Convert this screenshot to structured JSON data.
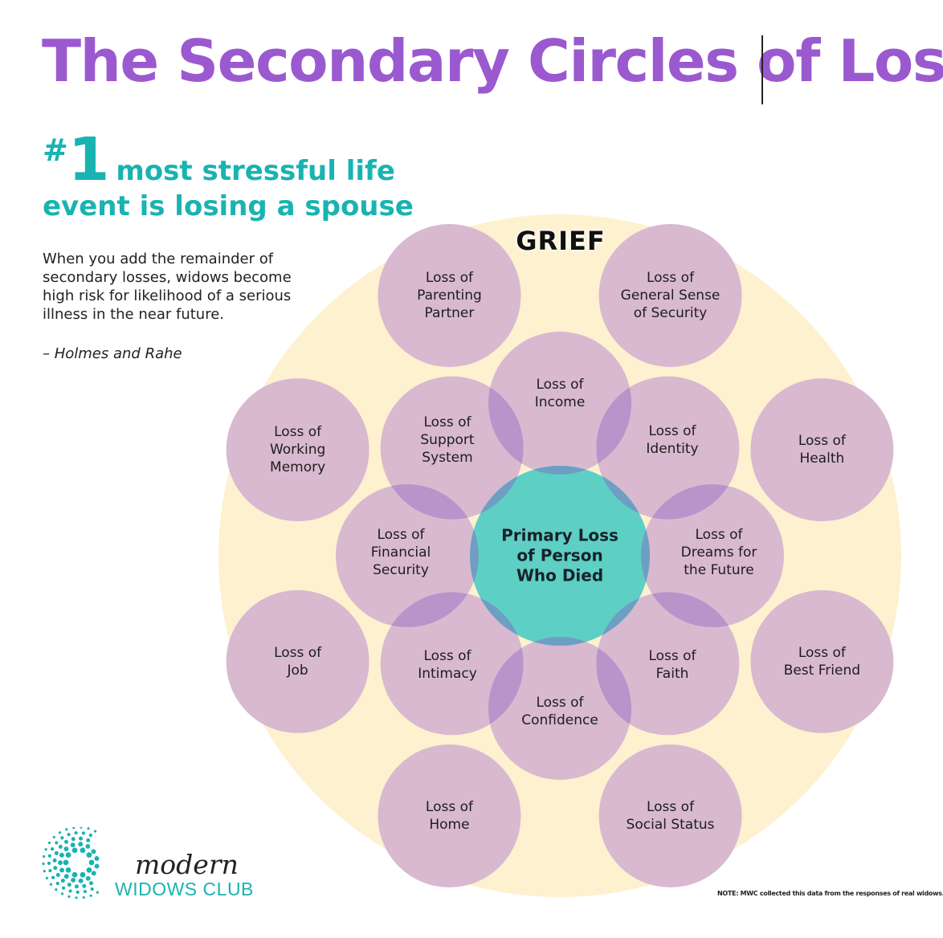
{
  "title": "The Secondary Circles of Loss",
  "headline": {
    "hash": "#",
    "number": "1",
    "line1": "most stressful life",
    "line2": "event is losing a spouse"
  },
  "intro": "When you add the remainder of secondary losses, widows become high risk for likelihood of a serious illness in the near future.",
  "citation": "– Holmes and Rahe",
  "outer_label": "GRIEF",
  "center_label": "Primary Loss\nof Person\nWho Died",
  "inner_ring": [
    "Loss of\nIncome",
    "Loss of\nIdentity",
    "Loss of\nDreams for\nthe Future",
    "Loss of\nFaith",
    "Loss of\nConfidence",
    "Loss of\nIntimacy",
    "Loss of\nFinancial\nSecurity",
    "Loss of\nSupport\nSystem"
  ],
  "outer_ring": [
    "Loss of\nParenting\nPartner",
    "Loss of\nGeneral Sense\nof Security",
    "Loss of\nHealth",
    "Loss of\nBest Friend",
    "Loss of\nSocial Status",
    "Loss of\nHome",
    "Loss of\nJob",
    "Loss of\nWorking\nMemory"
  ],
  "brand": {
    "line1": "modern",
    "line2": "WIDOWS CLUB"
  },
  "note": "NOTE: MWC collected this data from the responses of real widows.",
  "colors": {
    "title": "#9b59d0",
    "accent": "#19b3b1",
    "grief_fill": "#fdf1cf",
    "circle_fill": "#d8b9d0",
    "overlap": "#b894cb",
    "center_fill": "#5ecfc4",
    "center_overlap": "#6e9fc3"
  }
}
